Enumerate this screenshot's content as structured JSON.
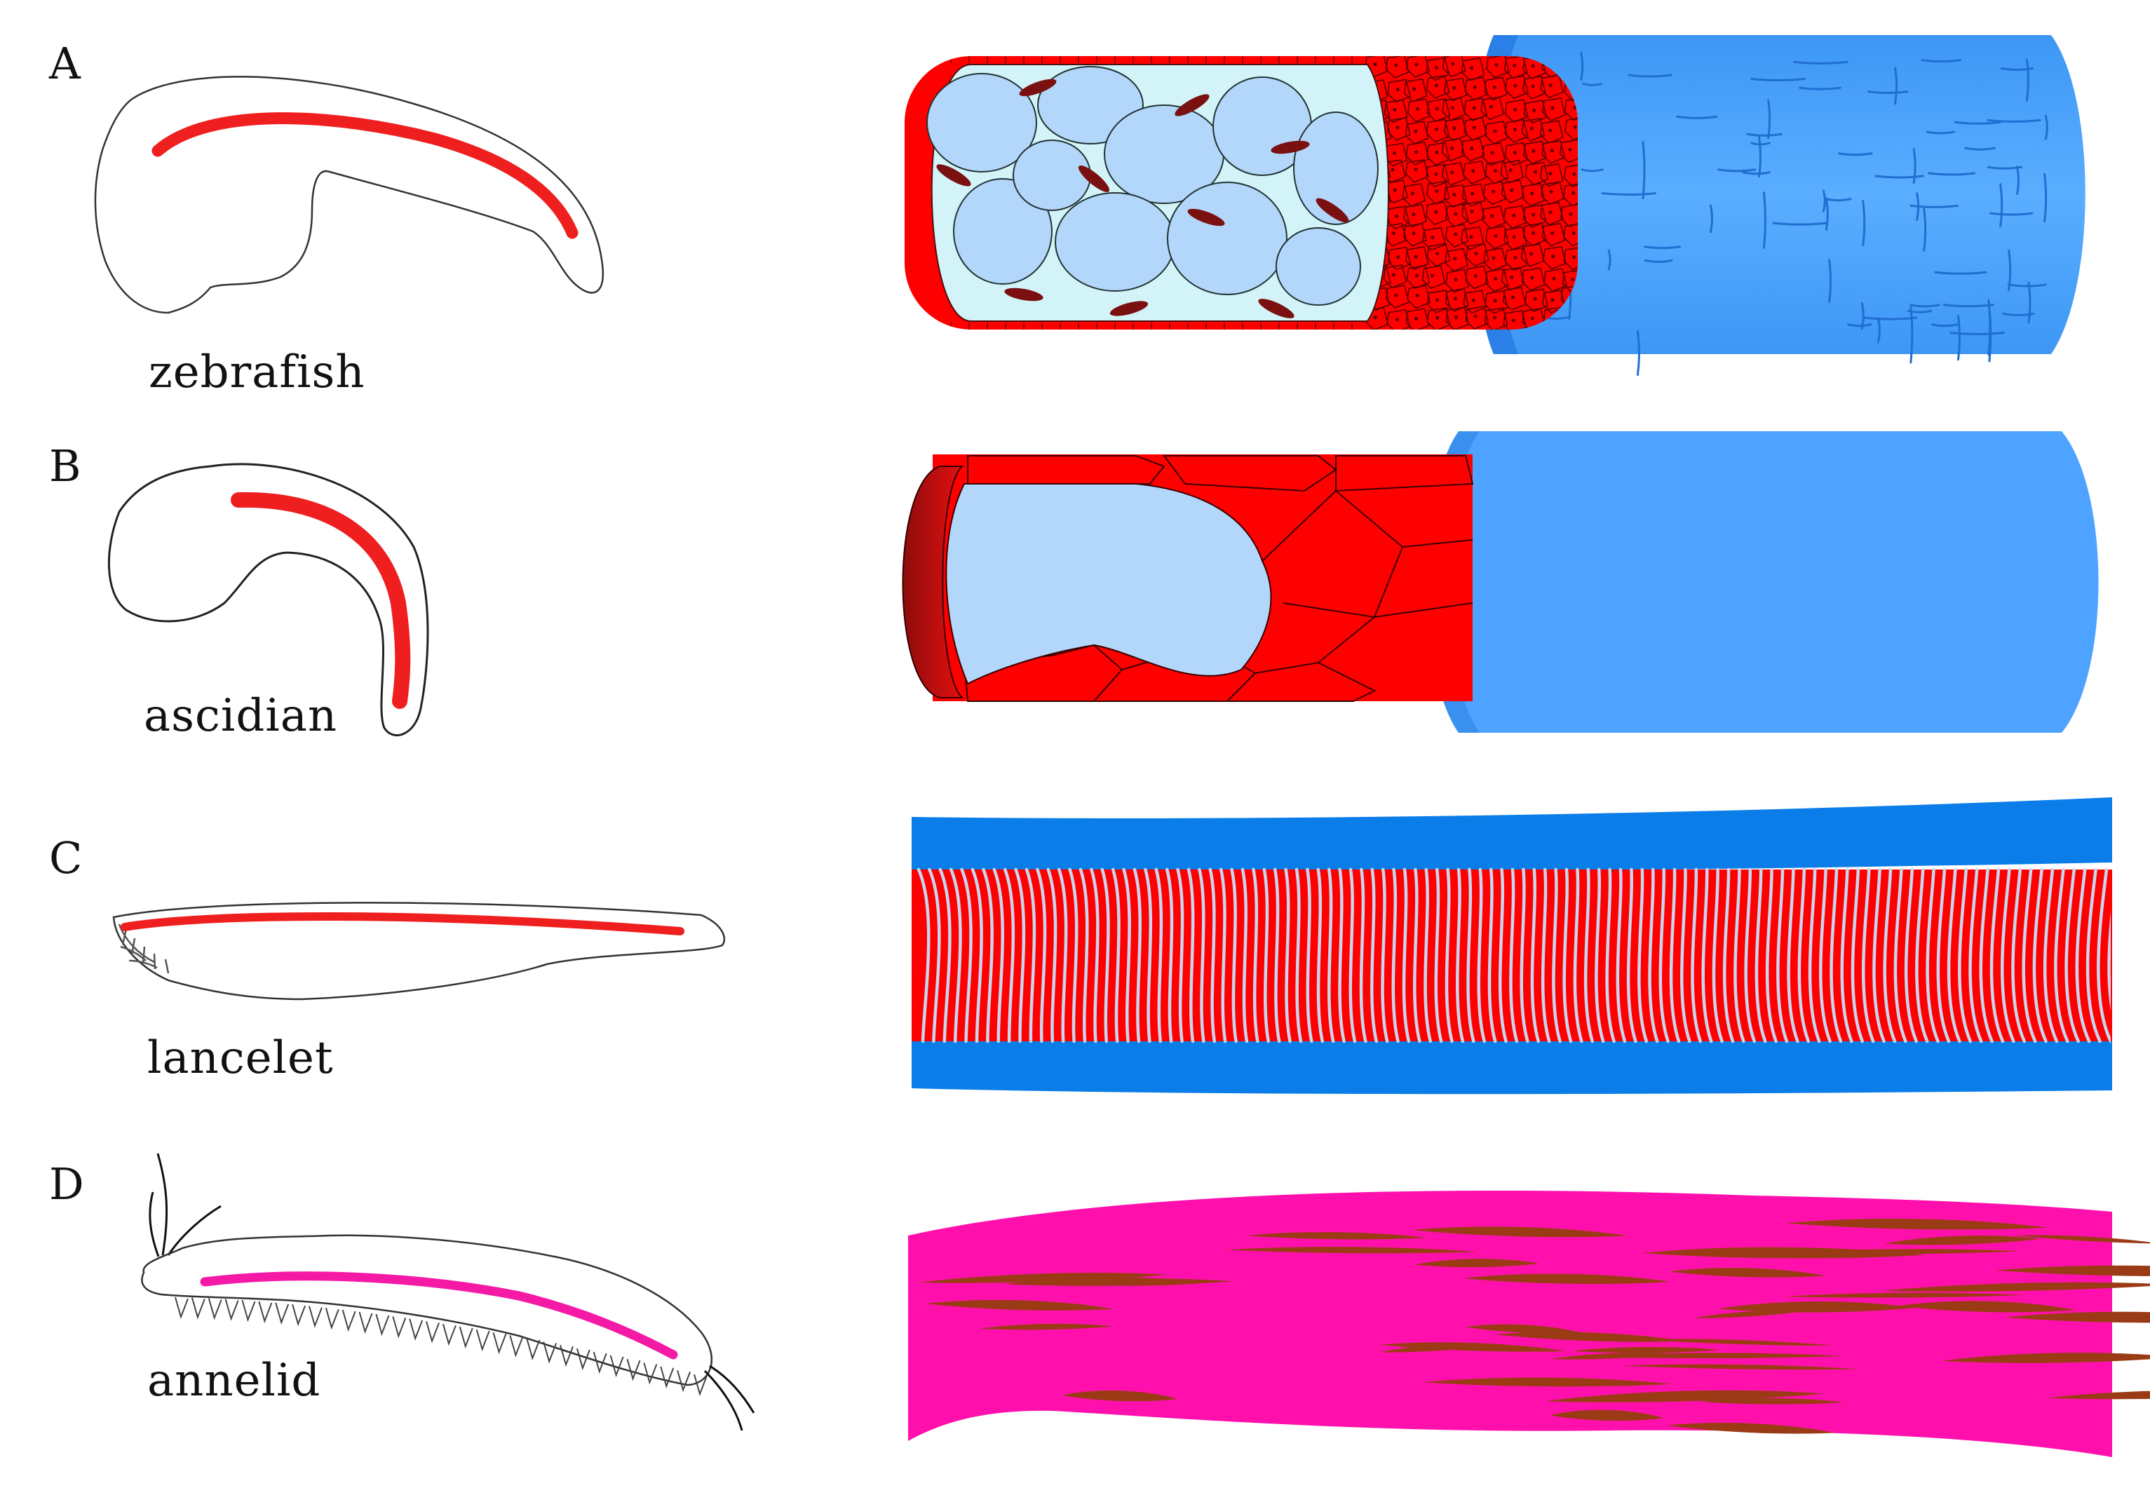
{
  "panels": [
    {
      "letter": "A",
      "organism": "zebrafish"
    },
    {
      "letter": "B",
      "organism": "ascidian"
    },
    {
      "letter": "C",
      "organism": "lancelet"
    },
    {
      "letter": "D",
      "organism": "annelid"
    }
  ],
  "colors": {
    "notochord_red": "#ff0000",
    "sheath_blue": "#4da3ff",
    "sheath_blue_bright": "#0a7de8",
    "vacuole_light": "#b3d6fb",
    "interstitial_cyan": "#d2f4f8",
    "dark_red": "#8a0d0d",
    "annelid_magenta": "#ff10ac",
    "annelid_fiber": "#9b3b16",
    "outline": "#222222"
  }
}
